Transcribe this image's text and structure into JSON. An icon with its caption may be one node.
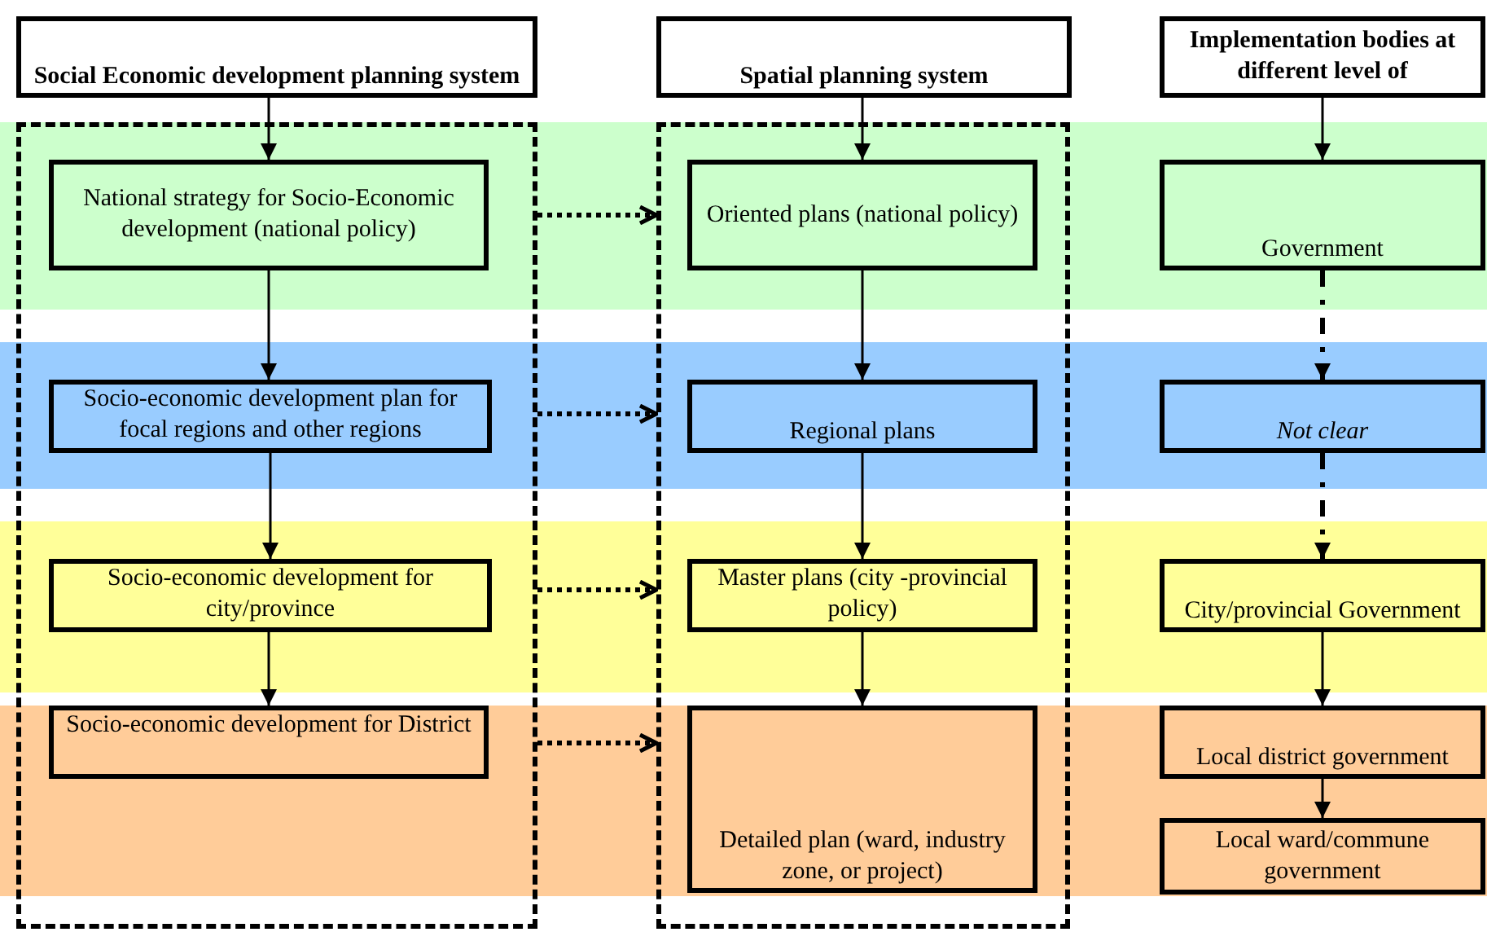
{
  "diagram": {
    "nodes": [
      {
        "text": [
          "Social Economic development planning system"
        ]
      },
      {
        "text": [
          "Spatial planning system"
        ]
      },
      {
        "text": [
          "Implementation bodies at different level of"
        ]
      },
      {
        "text": [],
        "shape": "box"
      },
      {
        "text": [],
        "shape": "box"
      },
      {
        "text": [
          "National strategy for Socio-Economic development (national policy)"
        ],
        "in": 3
      },
      {
        "text": [
          "Oriented plans (national policy)"
        ],
        "in": 4
      },
      {
        "text": [
          "Government"
        ]
      },
      {
        "text": [
          "Socio-economic development plan for focal regions and other regions"
        ],
        "in": 3
      },
      {
        "text": [
          "Regional plans"
        ],
        "in": 4
      },
      {
        "text": [
          "*Not clear*"
        ]
      },
      {
        "text": [
          "Socio-economic development for city/province"
        ],
        "in": 3
      },
      {
        "text": [
          "Master plans (city -provincial policy)"
        ],
        "in": 4
      },
      {
        "text": [
          "City/provincial Government"
        ]
      },
      {
        "text": [
          "Socio-economic development for District"
        ],
        "in": 3
      },
      {
        "text": [
          "Detailed plan (ward, industry zone, or project)"
        ],
        "in": 4
      },
      {
        "text": [
          "Local district government"
        ]
      },
      {
        "text": [
          "Local ward/commune government"
        ]
      }
    ],
    "edges": [
      {
        "from": 0,
        "to": 5,
        "arrow": "to"
      },
      {
        "from": 5,
        "to": 8,
        "arrow": "to"
      },
      {
        "from": 8,
        "to": 11,
        "arrow": "to"
      },
      {
        "from": 11,
        "to": 14,
        "arrow": "to"
      },
      {
        "from": 1,
        "to": 6,
        "arrow": "to"
      },
      {
        "from": 6,
        "to": 9,
        "arrow": "to"
      },
      {
        "from": 9,
        "to": 12,
        "arrow": "to"
      },
      {
        "from": 12,
        "to": 15,
        "arrow": "to"
      },
      {
        "from": 2,
        "to": 7,
        "arrow": "to"
      },
      {
        "from": 7,
        "to": 10,
        "arrow": "to",
        "style": "dashed"
      },
      {
        "from": 10,
        "to": 13,
        "arrow": "to",
        "style": "dashed"
      },
      {
        "from": 13,
        "to": 16,
        "arrow": "to"
      },
      {
        "from": 16,
        "to": 17,
        "arrow": "to"
      },
      {
        "from": 3,
        "to": 4,
        "arrow": "to",
        "style": "dashed"
      },
      {
        "from": 3,
        "to": 4,
        "arrow": "to",
        "style": "dashed"
      },
      {
        "from": 3,
        "to": 4,
        "arrow": "to",
        "style": "dashed"
      },
      {
        "from": 3,
        "to": 4,
        "arrow": "to",
        "style": "dashed"
      }
    ]
  }
}
